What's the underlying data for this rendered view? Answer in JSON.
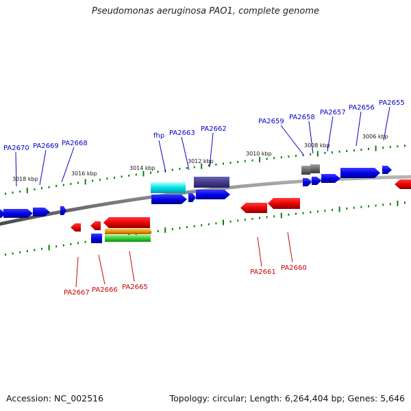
{
  "title": "Pseudomonas aeruginosa PAO1, complete genome",
  "footer": {
    "accession": "Accession: NC_002516",
    "summary": "Topology: circular; Length: 6,264,404 bp; Genes: 5,646"
  },
  "colors": {
    "forward_gene": "#0000ee",
    "reverse_gene": "#ee0000",
    "forward_label": "#0000cc",
    "reverse_label": "#cc0000",
    "backbone": "#808080",
    "tick": "#008000"
  },
  "kbp_labels": [
    "3018 kbp",
    "3016 kbp",
    "3014 kbp",
    "3012 kbp",
    "3010 kbp",
    "3008 kbp",
    "3006 kbp"
  ],
  "forward_gene_labels": [
    "PA2670",
    "PA2669",
    "PA2668",
    "fhp",
    "PA2663",
    "PA2662",
    "PA2659",
    "PA2658",
    "PA2657",
    "PA2656",
    "PA2655"
  ],
  "reverse_gene_labels": [
    "PA2667",
    "PA2666",
    "PA2665",
    "PA2661",
    "PA2660"
  ]
}
